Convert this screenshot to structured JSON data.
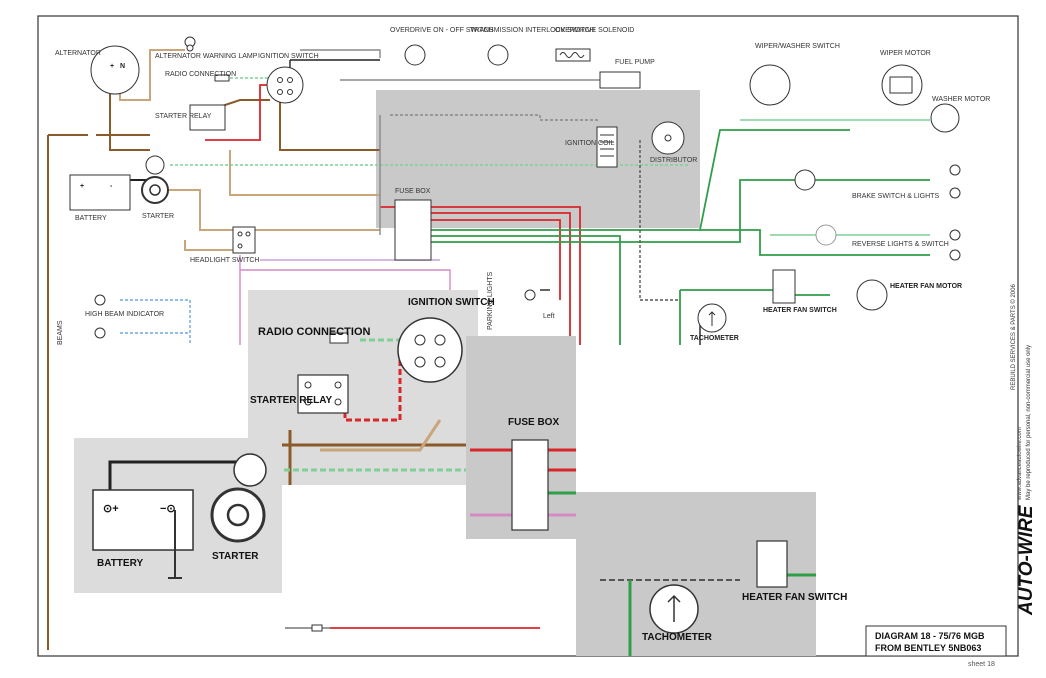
{
  "labels": {
    "alternator": "ALTERNATOR",
    "alt_warn_lamp": "ALTERNATOR WARNING LAMP",
    "ignition_switch": "IGNITION SWITCH",
    "radio_connection": "RADIO CONNECTION",
    "starter_relay": "STARTER RELAY",
    "battery": "BATTERY",
    "starter": "STARTER",
    "overdrive_switch": "OVERDRIVE ON - OFF SWITCH",
    "trans_interlock": "TRANSMISSION INTERLOCK SWITCH",
    "overdrive_solenoid": "OVERDRIVE SOLENOID",
    "fuel_pump": "FUEL PUMP",
    "ignition_coil": "IGNITION COIL",
    "distributor": "DISTRIBUTOR",
    "fuse_box": "FUSE BOX",
    "headlight_switch": "HEADLIGHT SWITCH",
    "high_beam": "HIGH BEAM INDICATOR",
    "wiper_washer_switch": "WIPER/WASHER SWITCH",
    "wiper_motor": "WIPER MOTOR",
    "washer_motor": "WASHER MOTOR",
    "brake_switch": "BRAKE SWITCH & LIGHTS",
    "reverse_lights": "REVERSE LIGHTS & SWITCH",
    "heater_fan_motor": "HEATER FAN MOTOR",
    "heater_fan_switch": "HEATER FAN SWITCH",
    "tachometer": "TACHOMETER",
    "left": "Left",
    "parking_lights": "PARKING LIGHTS",
    "beams": "BEAMS"
  },
  "title_block": {
    "line1": "DIAGRAM 18 - 75/76 MGB",
    "line2": "FROM BENTLEY 5NB063",
    "sheet": "sheet 18"
  },
  "side_text": {
    "website": "www.advanceautowire.com",
    "reproduced": "May be reproduced for personal, non-commercial use only",
    "copyright": "REBUILD SERVICES & PARTS © 2006",
    "logo": "AUTO-WIRE"
  },
  "wire_colors": {
    "brown": "#8B5A2B",
    "tan": "#C8A57A",
    "red": "#D9262B",
    "green": "#2F9E48",
    "light_green": "#7FCF96",
    "black": "#222222",
    "gray": "#888888",
    "pink": "#D68AC4",
    "blue_dash": "#6FA9DF",
    "yellow": "#E8C43A"
  },
  "icons": [
    "switch-icon",
    "lamp-icon",
    "motor-icon",
    "ground-icon",
    "fuse-icon",
    "battery-icon"
  ]
}
